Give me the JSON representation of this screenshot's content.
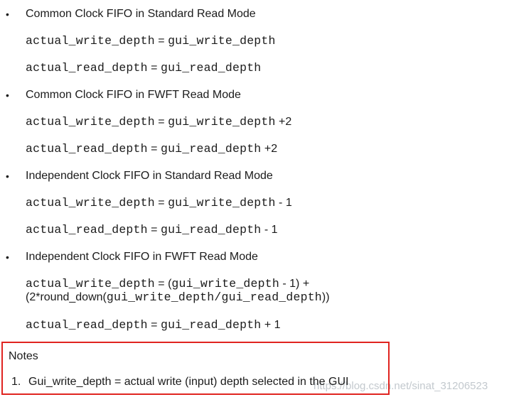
{
  "bullet_char": "•",
  "colors": {
    "text": "#1b1b1b",
    "note_box_border": "#e02420",
    "watermark": "#c3c9ce"
  },
  "sections": [
    {
      "heading": "Common Clock FIFO in Standard Read Mode",
      "lines": [
        {
          "segments": [
            {
              "f": "mono",
              "t": "actual_write_depth"
            },
            {
              "f": "sans",
              "t": " = "
            },
            {
              "f": "mono",
              "t": "gui_write_depth"
            }
          ]
        },
        {
          "segments": [
            {
              "f": "mono",
              "t": "actual_read_depth"
            },
            {
              "f": "sans",
              "t": " = "
            },
            {
              "f": "mono",
              "t": "gui_read_depth"
            }
          ]
        }
      ]
    },
    {
      "heading": "Common Clock FIFO in FWFT Read Mode",
      "lines": [
        {
          "segments": [
            {
              "f": "mono",
              "t": "actual_write_depth"
            },
            {
              "f": "sans",
              "t": " = "
            },
            {
              "f": "mono",
              "t": "gui_write_depth"
            },
            {
              "f": "sans",
              "t": " +2"
            }
          ]
        },
        {
          "segments": [
            {
              "f": "mono",
              "t": "actual_read_depth"
            },
            {
              "f": "sans",
              "t": " = "
            },
            {
              "f": "mono",
              "t": "gui_read_depth"
            },
            {
              "f": "sans",
              "t": " +2"
            }
          ]
        }
      ]
    },
    {
      "heading": "Independent Clock FIFO in Standard Read Mode",
      "lines": [
        {
          "segments": [
            {
              "f": "mono",
              "t": "actual_write_depth"
            },
            {
              "f": "sans",
              "t": " = "
            },
            {
              "f": "mono",
              "t": "gui_write_depth"
            },
            {
              "f": "sans",
              "t": " - 1"
            }
          ]
        },
        {
          "segments": [
            {
              "f": "mono",
              "t": "actual_read_depth"
            },
            {
              "f": "sans",
              "t": " = "
            },
            {
              "f": "mono",
              "t": "gui_read_depth"
            },
            {
              "f": "sans",
              "t": " - 1"
            }
          ]
        }
      ]
    },
    {
      "heading": "Independent Clock FIFO in FWFT Read Mode",
      "lines": [
        {
          "wrap_first": true,
          "segments": [
            {
              "f": "mono",
              "t": "actual_write_depth"
            },
            {
              "f": "sans",
              "t": " = ("
            },
            {
              "f": "mono",
              "t": "gui_write_depth"
            },
            {
              "f": "sans",
              "t": " - 1) +"
            }
          ]
        },
        {
          "wrap_cont": true,
          "segments": [
            {
              "f": "sans",
              "t": "(2*round_down("
            },
            {
              "f": "mono",
              "t": "gui_write_depth/gui_read_depth"
            },
            {
              "f": "sans",
              "t": "))"
            }
          ]
        },
        {
          "segments": [
            {
              "f": "mono",
              "t": "actual_read_depth"
            },
            {
              "f": "sans",
              "t": " = "
            },
            {
              "f": "mono",
              "t": "gui_read_depth"
            },
            {
              "f": "sans",
              "t": " + 1"
            }
          ]
        }
      ]
    }
  ],
  "notes": {
    "title": "Notes",
    "items": [
      {
        "num": "1.",
        "text": "Gui_write_depth = actual write (input) depth selected in the GUI"
      }
    ]
  },
  "watermark": "https://blog.csdn.net/sinat_31206523"
}
